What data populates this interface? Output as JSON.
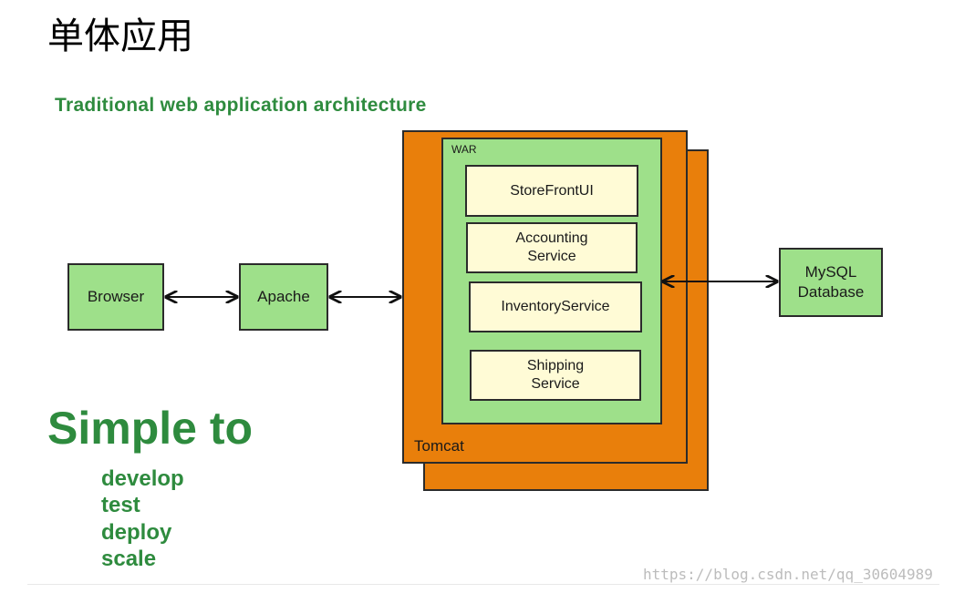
{
  "title": "单体应用",
  "subtitle": "Traditional web application architecture",
  "nodes": {
    "browser": "Browser",
    "apache": "Apache",
    "mysql_line1": "MySQL",
    "mysql_line2": "Database",
    "tomcat": "Tomcat",
    "war": "WAR"
  },
  "services": [
    {
      "line1": "StoreFrontUI",
      "line2": ""
    },
    {
      "line1": "Accounting",
      "line2": "Service"
    },
    {
      "line1": "InventoryService",
      "line2": ""
    },
    {
      "line1": "Shipping",
      "line2": "Service"
    }
  ],
  "slogan": {
    "heading": "Simple to",
    "items": [
      "develop",
      "test",
      "deploy",
      "scale"
    ]
  },
  "watermark": "https://blog.csdn.net/qq_30604989",
  "colors": {
    "accent_green": "#2e8b3e",
    "box_green": "#9ee08a",
    "tomcat_orange": "#e97f0b",
    "service_fill": "#fffbd6"
  }
}
